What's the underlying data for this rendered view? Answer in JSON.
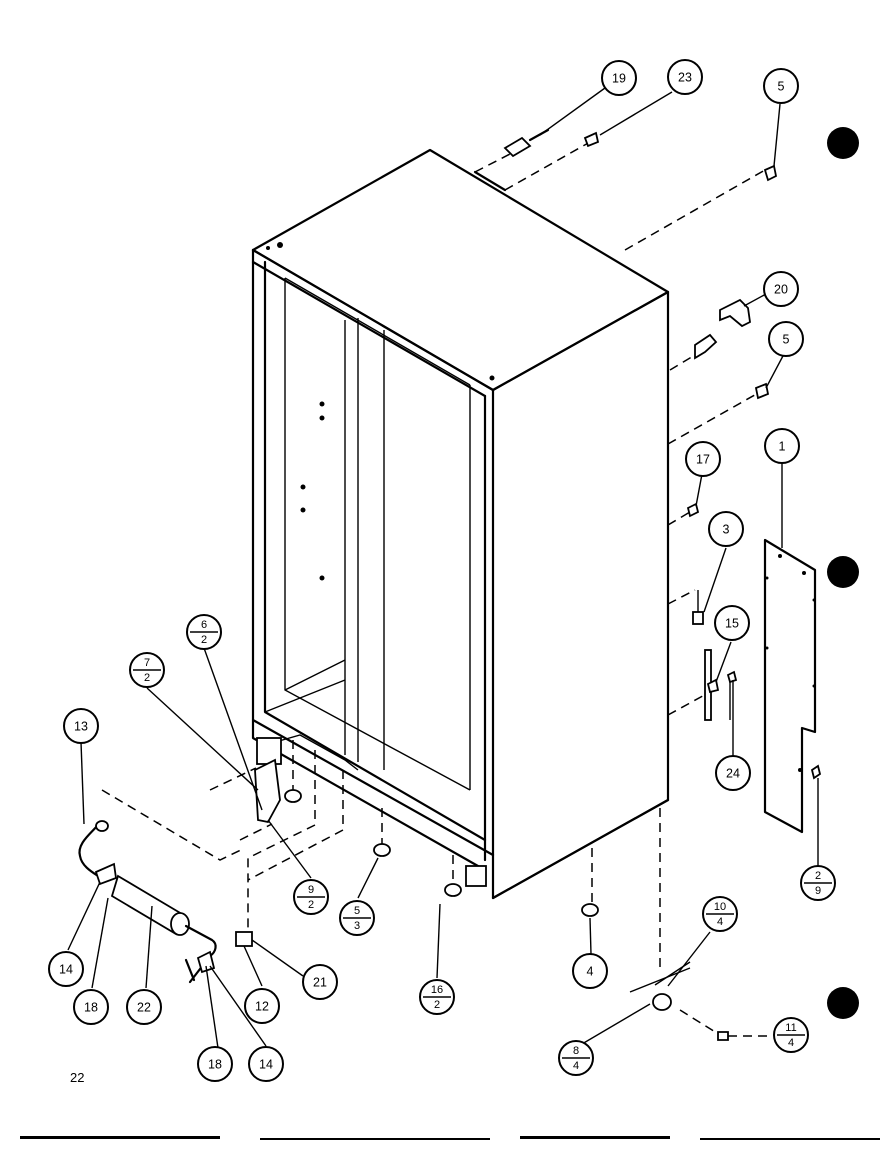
{
  "page_number": "22",
  "callouts": [
    {
      "id": "c19",
      "label": "19"
    },
    {
      "id": "c23",
      "label": "23"
    },
    {
      "id": "c5a",
      "label": "5"
    },
    {
      "id": "c20",
      "label": "20"
    },
    {
      "id": "c5b",
      "label": "5"
    },
    {
      "id": "c17",
      "label": "17"
    },
    {
      "id": "c1",
      "label": "1"
    },
    {
      "id": "c3",
      "label": "3"
    },
    {
      "id": "c15",
      "label": "15"
    },
    {
      "id": "c24",
      "label": "24"
    },
    {
      "id": "c13",
      "label": "13"
    },
    {
      "id": "c14a",
      "label": "14"
    },
    {
      "id": "c18a",
      "label": "18"
    },
    {
      "id": "c22",
      "label": "22"
    },
    {
      "id": "c18b",
      "label": "18"
    },
    {
      "id": "c14b",
      "label": "14"
    },
    {
      "id": "c12",
      "label": "12"
    },
    {
      "id": "c21",
      "label": "21"
    },
    {
      "id": "c4",
      "label": "4"
    }
  ],
  "fraction_callouts": [
    {
      "id": "f62",
      "top": "6",
      "bottom": "2"
    },
    {
      "id": "f72",
      "top": "7",
      "bottom": "2"
    },
    {
      "id": "f92",
      "top": "9",
      "bottom": "2"
    },
    {
      "id": "f53",
      "top": "5",
      "bottom": "3"
    },
    {
      "id": "f162",
      "top": "16",
      "bottom": "2"
    },
    {
      "id": "f29",
      "top": "2",
      "bottom": "9"
    },
    {
      "id": "f104",
      "top": "10",
      "bottom": "4"
    },
    {
      "id": "f114",
      "top": "11",
      "bottom": "4"
    },
    {
      "id": "f84",
      "top": "8",
      "bottom": "4"
    }
  ]
}
